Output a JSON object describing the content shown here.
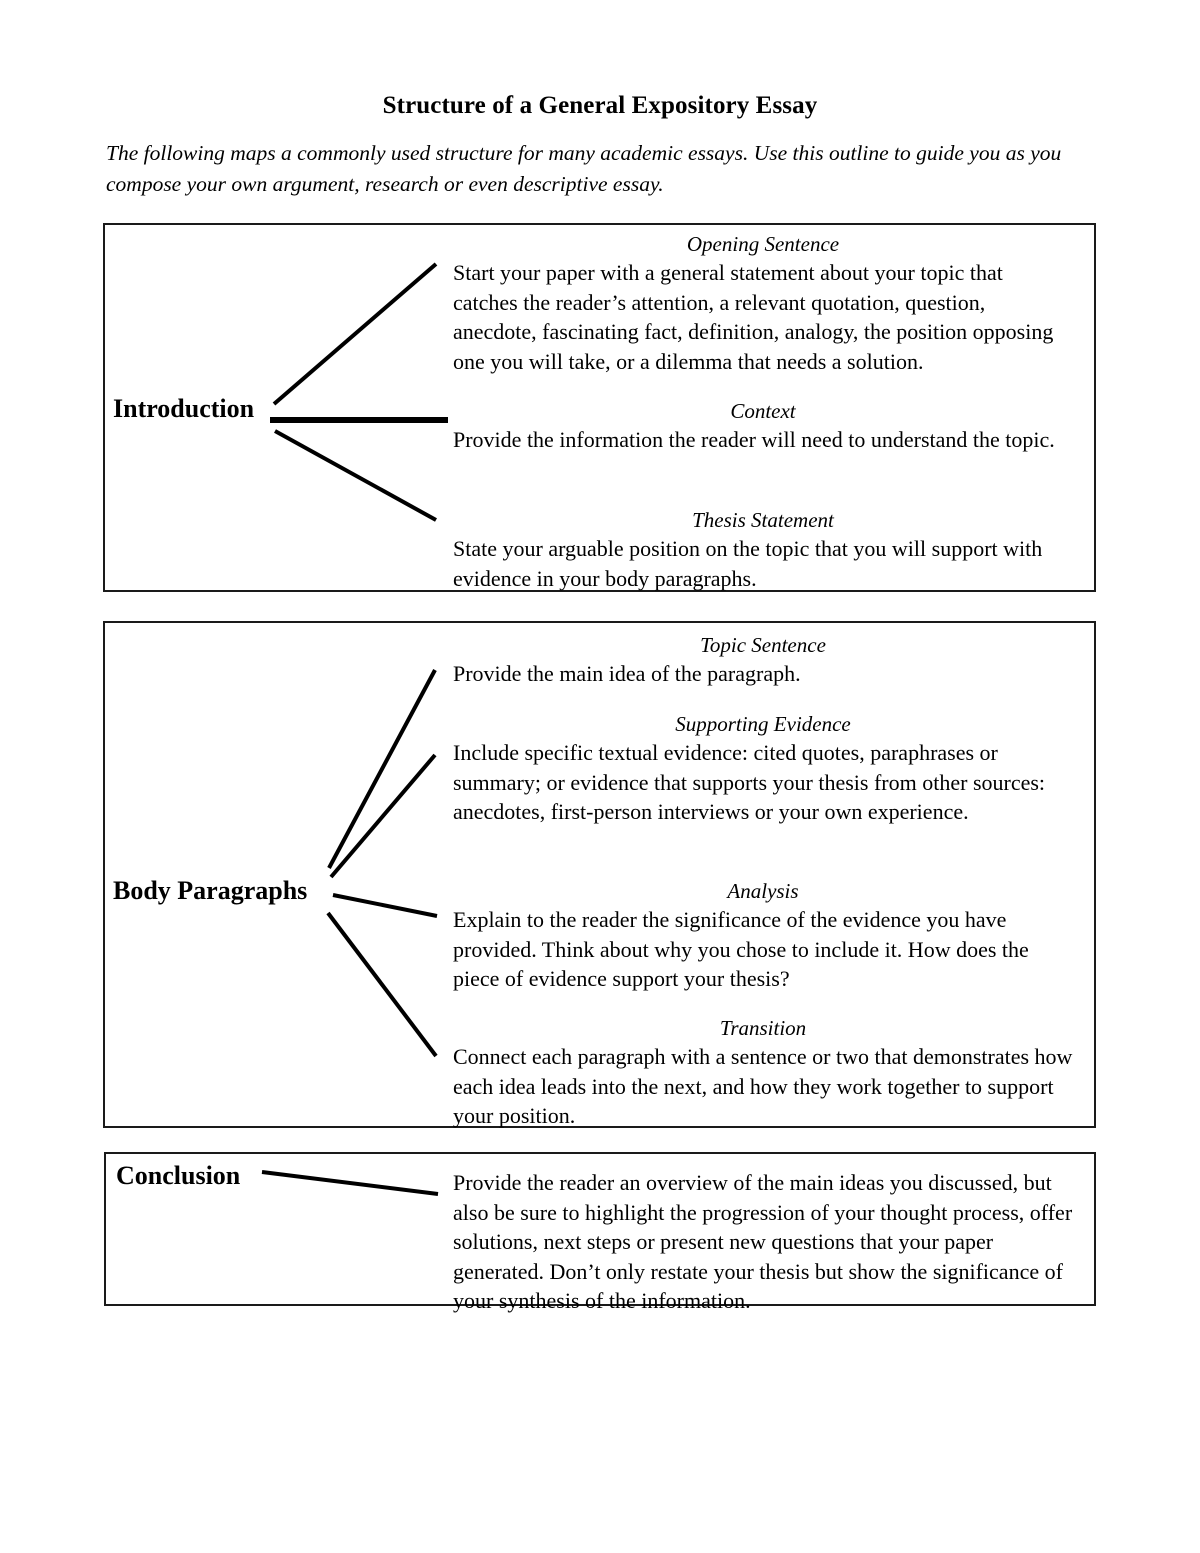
{
  "document": {
    "title": "Structure of a General Expository Essay",
    "intro": "The following maps a commonly used structure for many academic essays. Use this outline to guide you as you compose your own argument, research or even descriptive essay."
  },
  "sections": [
    {
      "id": "introduction",
      "label": "Introduction",
      "items": [
        {
          "heading": "Opening Sentence",
          "body": "Start your paper with a general statement about your topic that catches the reader’s attention, a relevant quotation, question, anecdote, fascinating fact, definition, analogy, the position opposing one you will take, or a dilemma that needs a solution."
        },
        {
          "heading": "Context",
          "body": "Provide the information the reader will need to understand the topic."
        },
        {
          "heading": "Thesis Statement",
          "body": "State your arguable position on the topic that you will support with evidence in your body paragraphs."
        }
      ]
    },
    {
      "id": "body",
      "label": "Body Paragraphs",
      "items": [
        {
          "heading": "Topic Sentence",
          "body": "Provide the main idea of the paragraph."
        },
        {
          "heading": "Supporting Evidence",
          "body": "Include specific textual evidence: cited quotes, paraphrases or summary; or evidence that supports your thesis from other sources: anecdotes, first-person interviews or your own experience."
        },
        {
          "heading": "Analysis",
          "body": "Explain to the reader the significance of the evidence you have provided. Think about why you chose to include it. How does the piece of evidence support your thesis?"
        },
        {
          "heading": "Transition",
          "body": "Connect each paragraph with a sentence or two that demonstrates how each idea leads into the next, and how they work together to support your position."
        }
      ]
    },
    {
      "id": "conclusion",
      "label": "Conclusion",
      "items": [
        {
          "heading": "",
          "body": "Provide the reader an overview of the main ideas you discussed, but also be sure to highlight the progression of your thought process, offer solutions, next steps or present new questions that your paper generated. Don’t only restate your thesis but show the significance of your synthesis of the information."
        }
      ]
    }
  ],
  "colors": {
    "ink": "#000000",
    "border": "#1a1a1a",
    "paper": "#ffffff"
  }
}
